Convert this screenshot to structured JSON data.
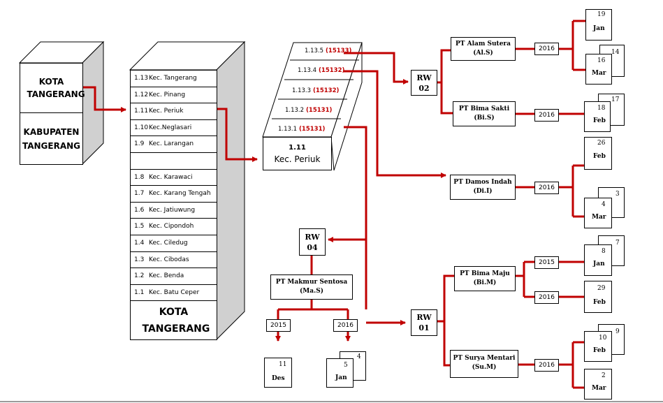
{
  "kota_kab_box": {
    "top_label": "KOTA TANGERANG",
    "bottom_label": "KABUPATEN TANGERANG"
  },
  "kecamatan_list": {
    "items": [
      {
        "code": "1.13",
        "name": "Kec. Tangerang"
      },
      {
        "code": "1.12",
        "name": "Kec. Pinang"
      },
      {
        "code": "1.11",
        "name": "Kec. Periuk"
      },
      {
        "code": "1.10",
        "name": "Kec.Neglasari"
      },
      {
        "code": "1.9",
        "name": "Kec. Larangan"
      },
      {
        "code": "",
        "name": ""
      },
      {
        "code": "1.8",
        "name": "Kec. Karawaci"
      },
      {
        "code": "1.7",
        "name": "Kec. Karang Tengah"
      },
      {
        "code": "1.6",
        "name": "Kec. Jatiuwung"
      },
      {
        "code": "1.5",
        "name": "Kec. Cipondoh"
      },
      {
        "code": "1.4",
        "name": "Kec. Ciledug"
      },
      {
        "code": "1.3",
        "name": "Kec. Cibodas"
      },
      {
        "code": "1.2",
        "name": "Kec. Benda"
      },
      {
        "code": "1.1",
        "name": "Kec. Batu Ceper"
      }
    ],
    "footer": "KOTA TANGERANG"
  },
  "kelurahan_stack": {
    "rows": [
      {
        "code": "1.13.5",
        "postal": "(15133)"
      },
      {
        "code": "1.13.4",
        "postal": "(15132)"
      },
      {
        "code": "1.13.3",
        "postal": "(15132)"
      },
      {
        "code": "1.13.2",
        "postal": "(15131)"
      },
      {
        "code": "1.13.1",
        "postal": "(15131)"
      }
    ],
    "front_code": "1.11",
    "front_name": "Kec. Periuk"
  },
  "rw_boxes": {
    "rw02": {
      "line1": "RW",
      "line2": "02"
    },
    "rw04": {
      "line1": "RW",
      "line2": "04"
    },
    "rw01": {
      "line1": "RW",
      "line2": "01"
    }
  },
  "companies": {
    "alam_sutera": {
      "name": "PT Alam Sutera",
      "abbr": "(Al.S)"
    },
    "bima_sakti": {
      "name": "PT Bima Sakti",
      "abbr": "(Bi.S)"
    },
    "damos_indah": {
      "name": "PT Damos Indah",
      "abbr": "(Di.I)"
    },
    "makmur_sentosa": {
      "name": "PT Makmur Sentosa",
      "abbr": "(Ma.S)"
    },
    "bima_maju": {
      "name": "PT Bima Maju",
      "abbr": "(Bi.M)"
    },
    "surya_mentari": {
      "name": "PT Surya Mentari",
      "abbr": "(Su.M)"
    }
  },
  "years": {
    "alam_sutera": "2016",
    "bima_sakti": "2016",
    "damos_indah": "2016",
    "makmur_2015": "2015",
    "makmur_2016": "2016",
    "bima_maju_2015": "2015",
    "bima_maju_2016": "2016",
    "surya_mentari": "2016"
  },
  "dates": {
    "as_jan": {
      "day": "19",
      "month": "Jan"
    },
    "as_mar": {
      "back_day": "14",
      "day": "16",
      "month": "Mar"
    },
    "bs_feb": {
      "back_day": "17",
      "day": "18",
      "month": "Feb"
    },
    "di_feb": {
      "day": "26",
      "month": "Feb"
    },
    "di_mar": {
      "back_day": "3",
      "day": "4",
      "month": "Mar"
    },
    "bm_jan": {
      "back_day": "7",
      "day": "8",
      "month": "Jan"
    },
    "bm_feb": {
      "day": "29",
      "month": "Feb"
    },
    "sm_feb": {
      "back_day": "9",
      "day": "10",
      "month": "Feb"
    },
    "sm_mar": {
      "day": "2",
      "month": "Mar"
    },
    "ms_des": {
      "day": "11",
      "month": "Des"
    },
    "ms_jan": {
      "back_day": "4",
      "day": "5",
      "month": "Jan"
    }
  },
  "colors": {
    "arrow": "#c00000",
    "box_side": "#d0d0d0",
    "postal_text": "#c00000"
  }
}
